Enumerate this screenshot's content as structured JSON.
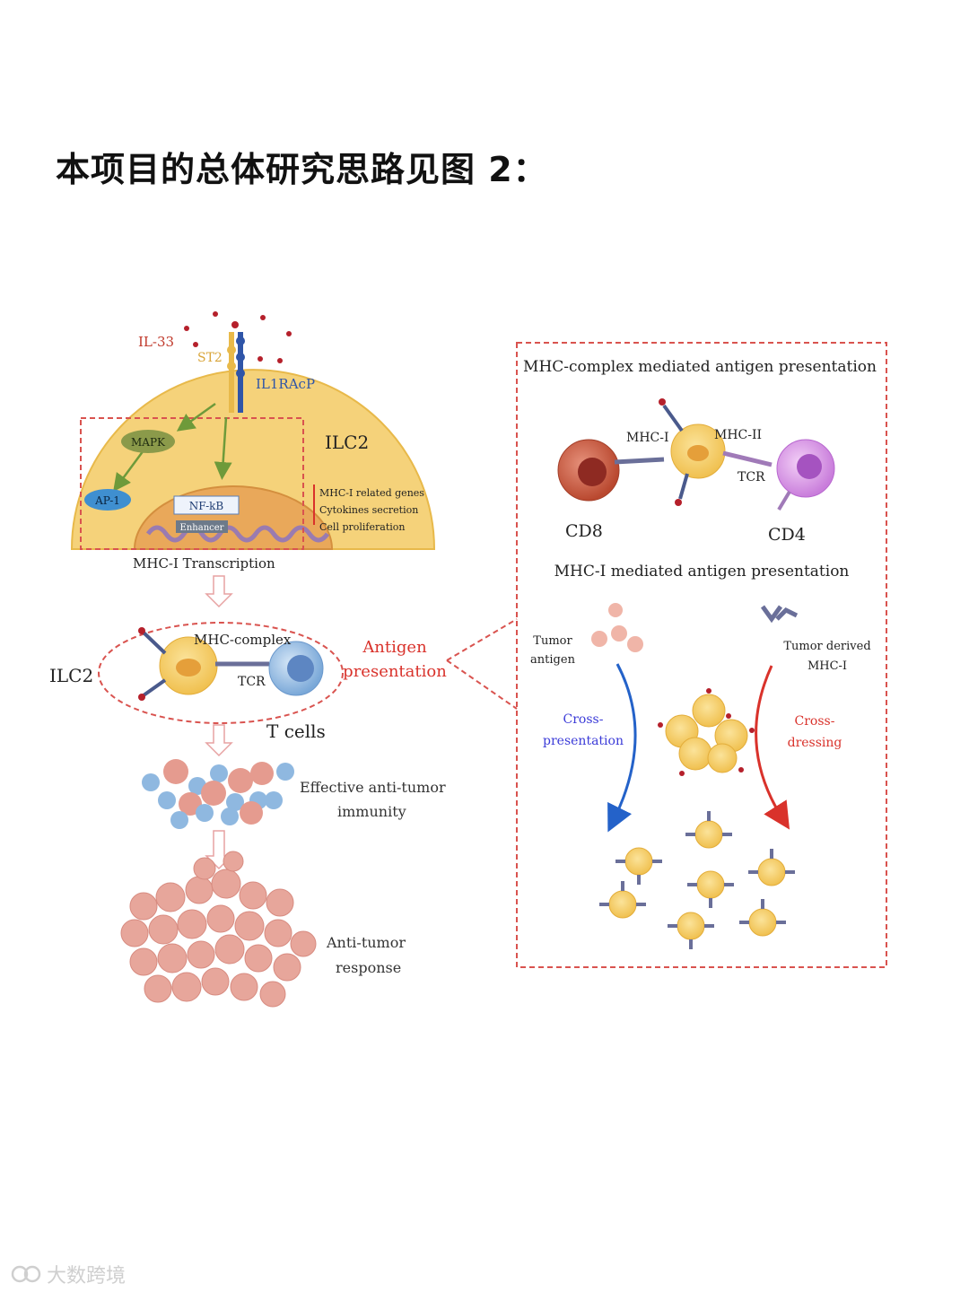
{
  "heading": "本项目的总体研究思路见图 2：",
  "left_panel": {
    "il33": "IL-33",
    "st2": "ST2",
    "il1racp": "IL1RAcP",
    "ilc2_top": "ILC2",
    "mapk": "MAPK",
    "ap1": "AP-1",
    "nfkb": "NF-kB",
    "enhancer": "Enhancer",
    "effects": [
      "MHC-I related genes",
      "Cytokines secretion",
      "Cell proliferation"
    ],
    "mhc1_transcription": "MHC-I Transcription",
    "ilc2_mid": "ILC2",
    "mhc_complex": "MHC-complex",
    "tcr": "TCR",
    "t_cells": "T cells",
    "antigen_presentation": [
      "Antigen",
      "presentation"
    ],
    "effective_immunity": [
      "Effective anti-tumor",
      "immunity"
    ],
    "anti_tumor_response": [
      "Anti-tumor",
      "response"
    ]
  },
  "right_panel": {
    "title1": "MHC-complex mediated antigen presentation",
    "mhc1": "MHC-I",
    "mhc2": "MHC-II",
    "tcr": "TCR",
    "cd8": "CD8",
    "cd4": "CD4",
    "title2": "MHC-I mediated antigen presentation",
    "tumor_antigen": [
      "Tumor",
      "antigen"
    ],
    "tumor_derived": [
      "Tumor derived",
      "MHC-I"
    ],
    "cross_presentation": [
      "Cross-",
      "presentation"
    ],
    "cross_dressing": [
      "Cross-",
      "dressing"
    ]
  },
  "watermark": "大数跨境",
  "colors": {
    "cell_yellow": "#f2c760",
    "dashed_red": "#d9534f",
    "red_text": "#d9322b",
    "blue_text": "#3b3bd8",
    "tcell_blue": "#8fb8e0",
    "cd4_purple": "#d08be0",
    "cd8_red": "#c0503a",
    "tumor_pink": "#e59b8f"
  },
  "icons": [
    "arrow-down-icon",
    "watermark-logo-icon"
  ]
}
